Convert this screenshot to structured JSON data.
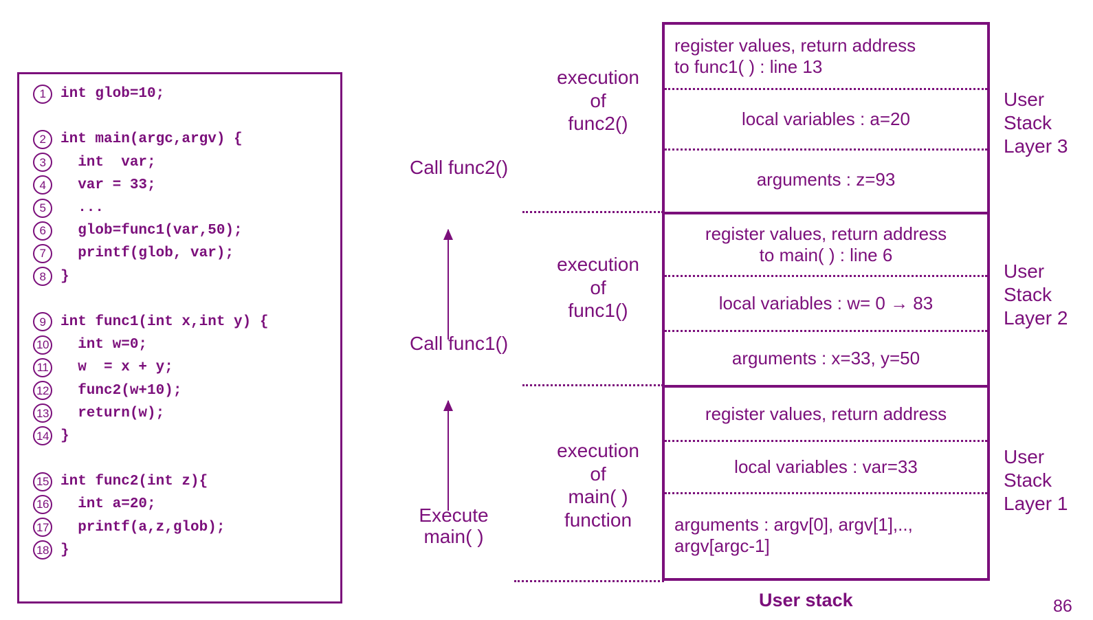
{
  "theme": {
    "accent": "#7B0F7B",
    "background": "#ffffff"
  },
  "code_listing": {
    "lines": [
      {
        "num": "1",
        "text": "int glob=10;"
      },
      {
        "num": "",
        "text": ""
      },
      {
        "num": "2",
        "text": "int main(argc,argv) {"
      },
      {
        "num": "3",
        "text": "  int  var;"
      },
      {
        "num": "4",
        "text": "  var = 33;"
      },
      {
        "num": "5",
        "text": "  ..."
      },
      {
        "num": "6",
        "text": "  glob=func1(var,50);"
      },
      {
        "num": "7",
        "text": "  printf(glob, var);"
      },
      {
        "num": "8",
        "text": "}"
      },
      {
        "num": "",
        "text": ""
      },
      {
        "num": "9",
        "text": "int func1(int x,int y) {"
      },
      {
        "num": "10",
        "text": "  int w=0;"
      },
      {
        "num": "11",
        "text": "  w  = x + y;"
      },
      {
        "num": "12",
        "text": "  func2(w+10);"
      },
      {
        "num": "13",
        "text": "  return(w);"
      },
      {
        "num": "14",
        "text": "}"
      },
      {
        "num": "",
        "text": ""
      },
      {
        "num": "15",
        "text": "int func2(int z){"
      },
      {
        "num": "16",
        "text": "  int a=20;"
      },
      {
        "num": "17",
        "text": "  printf(a,z,glob);"
      },
      {
        "num": "18",
        "text": "}"
      }
    ]
  },
  "flow": {
    "call_func2": "Call func2()",
    "call_func1": "Call func1()",
    "execute_main": "Execute\nmain( )"
  },
  "execution_labels": {
    "func2": "execution\nof\nfunc2()",
    "func1": "execution\nof\nfunc1()",
    "main": "execution\nof\nmain( )\nfunction"
  },
  "stack": {
    "frames": [
      {
        "id": "frame-3",
        "rows": [
          {
            "text": "register values, return address\nto func1( ) : line 13",
            "align": "left"
          },
          {
            "text": "local variables : a=20",
            "align": "center"
          },
          {
            "text": "arguments : z=93",
            "align": "center"
          }
        ]
      },
      {
        "id": "frame-2",
        "rows": [
          {
            "text": "register values, return address\nto main( ) : line 6",
            "align": "center"
          },
          {
            "text": "local variables : w= 0 → 83",
            "align": "center"
          },
          {
            "text": "arguments : x=33, y=50",
            "align": "center"
          }
        ]
      },
      {
        "id": "frame-1",
        "rows": [
          {
            "text": "register values, return address",
            "align": "center"
          },
          {
            "text": "local variables : var=33",
            "align": "center"
          },
          {
            "text": "arguments : argv[0], argv[1],..,\nargv[argc-1]",
            "align": "left"
          }
        ]
      }
    ],
    "layer_labels": {
      "layer3": "User\nStack\nLayer 3",
      "layer2": "User\nStack\nLayer 2",
      "layer1": "User\nStack\nLayer 1"
    },
    "caption": "User stack"
  },
  "page_number": "86"
}
